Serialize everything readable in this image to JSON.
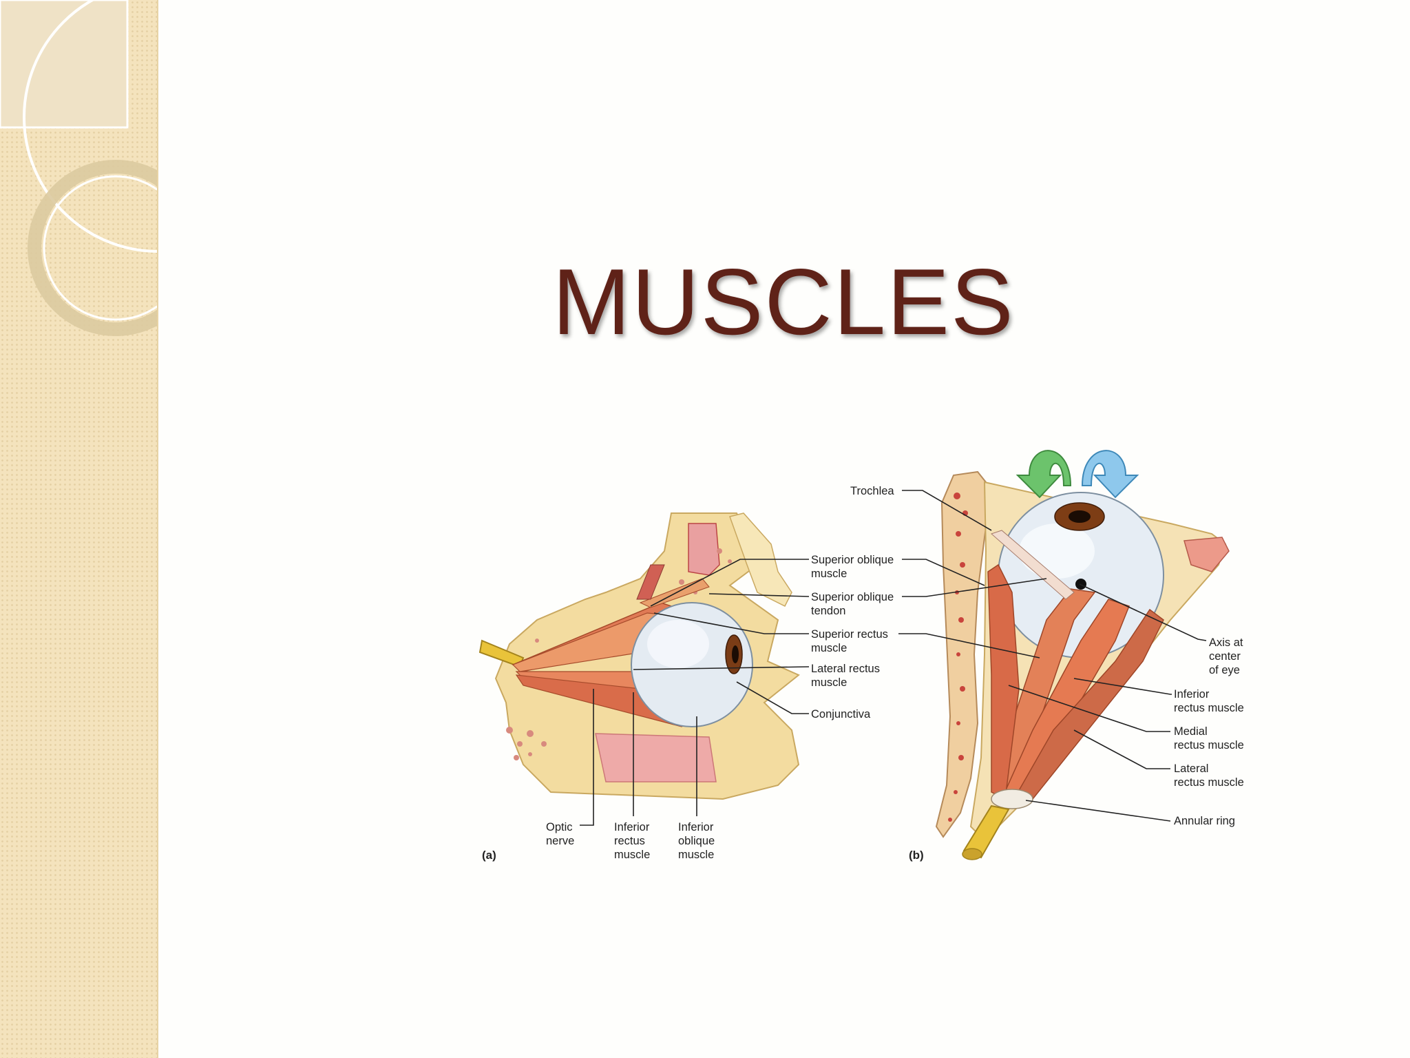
{
  "slide": {
    "title": "MUSCLES",
    "colors": {
      "title": "#5f2218",
      "sidebar": "#f4e3bd"
    }
  },
  "figure": {
    "panel_a": {
      "tag": "(a)",
      "labels": {
        "superior_oblique_muscle": [
          "Superior oblique",
          "muscle"
        ],
        "superior_oblique_tendon": [
          "Superior oblique",
          "tendon"
        ],
        "superior_rectus": [
          "Superior rectus",
          "muscle"
        ],
        "lateral_rectus": [
          "Lateral rectus",
          "muscle"
        ],
        "conjunctiva": [
          "Conjunctiva"
        ],
        "optic_nerve": [
          "Optic",
          "nerve"
        ],
        "inferior_rectus": [
          "Inferior",
          "rectus",
          "muscle"
        ],
        "inferior_oblique": [
          "Inferior",
          "oblique",
          "muscle"
        ]
      }
    },
    "panel_b": {
      "tag": "(b)",
      "labels": {
        "trochlea": [
          "Trochlea"
        ],
        "axis": [
          "Axis at",
          "center",
          "of eye"
        ],
        "inferior_rectus": [
          "Inferior",
          "rectus muscle"
        ],
        "medial_rectus": [
          "Medial",
          "rectus muscle"
        ],
        "lateral_rectus": [
          "Lateral",
          "rectus muscle"
        ],
        "annular_ring": [
          "Annular ring"
        ]
      }
    }
  }
}
